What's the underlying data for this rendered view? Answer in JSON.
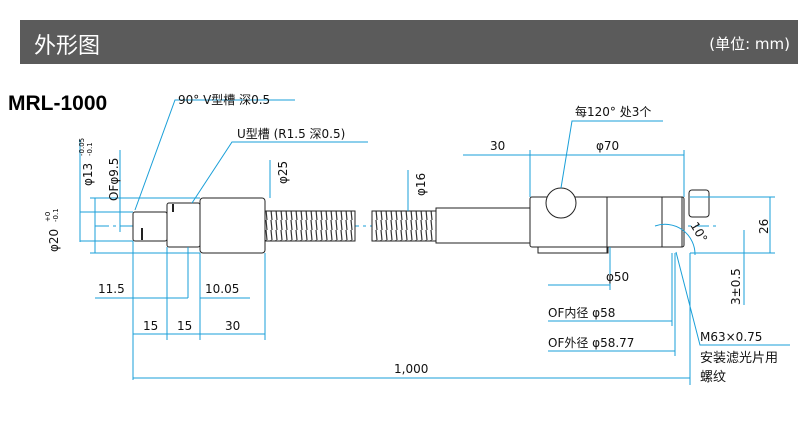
{
  "header": {
    "title": "外形图",
    "unit": "(单位: mm)"
  },
  "model": "MRL-1000",
  "colors": {
    "header_bg": "#5b5b5b",
    "dimension": "#1a9fd8",
    "outline": "#222222"
  },
  "labels": {
    "v_groove": "90° V型槽 深0.5",
    "u_groove": "U型槽 (R1.5 深0.5)",
    "phi25": "φ25",
    "phi16": "φ16",
    "dim30_top": "30",
    "phi70": "φ70",
    "knobs": "每120° 处3个",
    "dim26": "26",
    "dim3": "3±0.5",
    "angle10": "10°",
    "phi20": "φ20",
    "phi20_tol_up": "+0",
    "phi20_tol_low": "-0.1",
    "phi13": "φ13",
    "phi13_tol_up": "-0.05",
    "phi13_tol_low": "-0.1",
    "of95": "OFφ9.5",
    "dim11_5": "11.5",
    "dim10_05": "10.05",
    "dim15a": "15",
    "dim15b": "15",
    "dim30_bottom": "30",
    "dim1000": "1,000",
    "phi50": "φ50",
    "of_inner": "OF内径  φ58",
    "of_outer": "OF外径  φ58.77",
    "thread": "M63×0.75",
    "thread_note1": "安装滤光片用",
    "thread_note2": "螺纹"
  }
}
